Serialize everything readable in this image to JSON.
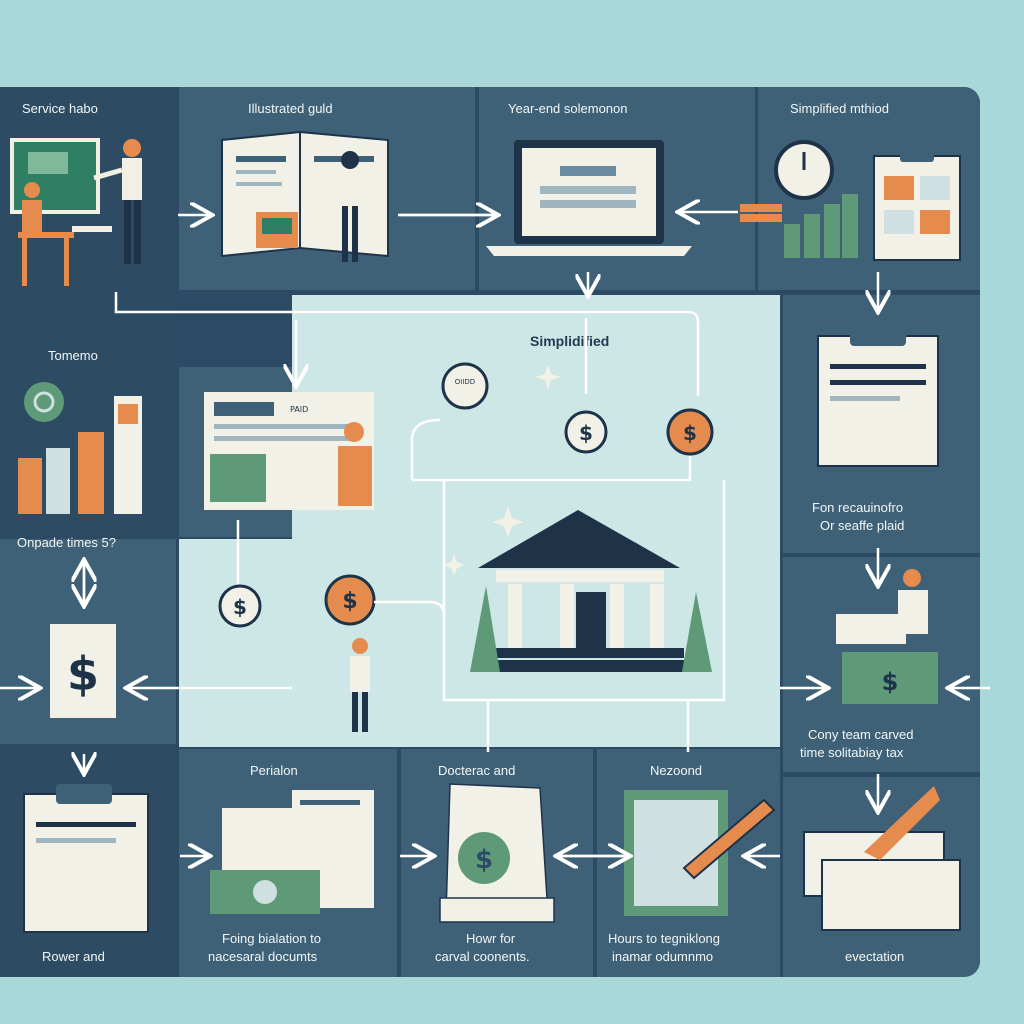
{
  "labels": {
    "service_habo": "Service habo",
    "illustrated_guide": "Illustrated guld",
    "year_end": "Year-end solemonon",
    "simplified_method": "Simplified mthiod",
    "tomemo": "Tomemo",
    "simplified_center": "Simplidified",
    "paid_tag": "PAID",
    "coin_tag": "OIIDD",
    "forms_left": "Onpade times 5?",
    "forms_right_1": "Fon recauinofro",
    "forms_right_2": "Or seaffe plaid",
    "right_mid_1": "Cony team carved",
    "right_mid_2": "time solitabiay tax",
    "bottom_1": "Rower and",
    "bottom_2_title": "Perialon",
    "bottom_2_1": "Foing bialation to",
    "bottom_2_2": "nacesaral documts",
    "bottom_3_title": "Docterac and",
    "bottom_3_1": "Howr for",
    "bottom_3_2": "carval coonents.",
    "bottom_4_title": "Nezoond",
    "bottom_4_1": "Hours to tegniklong",
    "bottom_4_2": "inamar odumnmo",
    "bottom_5": "evectation"
  },
  "icons": [
    "dollar-icon",
    "clock-icon",
    "laptop-icon",
    "clipboard-icon",
    "bank-icon",
    "coin-bag-icon",
    "pen-icon",
    "sparkle-icon"
  ],
  "colors": {
    "background": "#a9d8da",
    "board": "#2c4a63",
    "panel": "#3f6178",
    "accent_orange": "#e58b4d",
    "accent_green": "#5f9a78",
    "paper": "#f2f1e8"
  }
}
